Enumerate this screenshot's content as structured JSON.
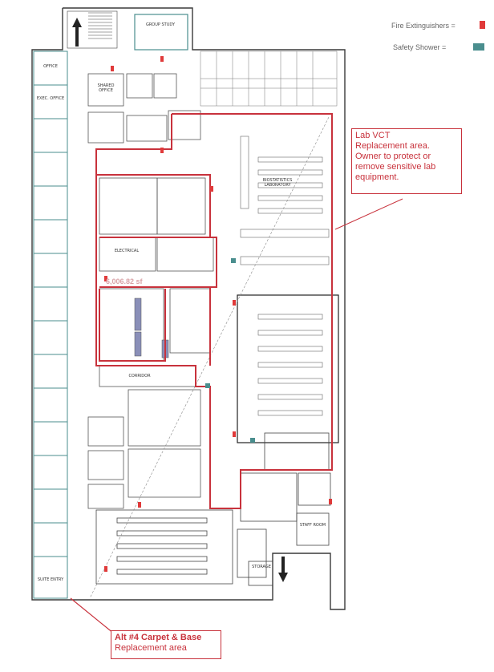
{
  "legend": {
    "fire_extinguishers": "Fire Extinguishers =",
    "safety_shower": "Safety Shower ="
  },
  "colors": {
    "replacement_outline": "#c8323c",
    "extinguisher": "#e03a3a",
    "shower": "#4a8e8e",
    "wall": "#3a3a3a",
    "lab_outline": "#333333"
  },
  "callouts": {
    "lab_vct": {
      "line1": "Lab VCT",
      "line2": "Replacement area.",
      "line3": "Owner to protect or",
      "line4": "remove sensitive lab",
      "line5": "equipment."
    },
    "alt4": {
      "line1": "Alt #4 Carpet & Base",
      "line2": "Replacement area"
    }
  },
  "area_label": "6,006.82 sf",
  "rooms": {
    "office": "OFFICE",
    "exec_office": "EXEC. OFFICE",
    "shared_office": "SHARED OFFICE",
    "lab": "BIOSTATISTICS LABORATORY",
    "electrical": "ELECTRICAL",
    "corridor": "CORRIDOR",
    "storage": "STORAGE",
    "staff_room": "STAFF ROOM",
    "group_study": "GROUP STUDY",
    "suite_entry": "SUITE ENTRY"
  }
}
